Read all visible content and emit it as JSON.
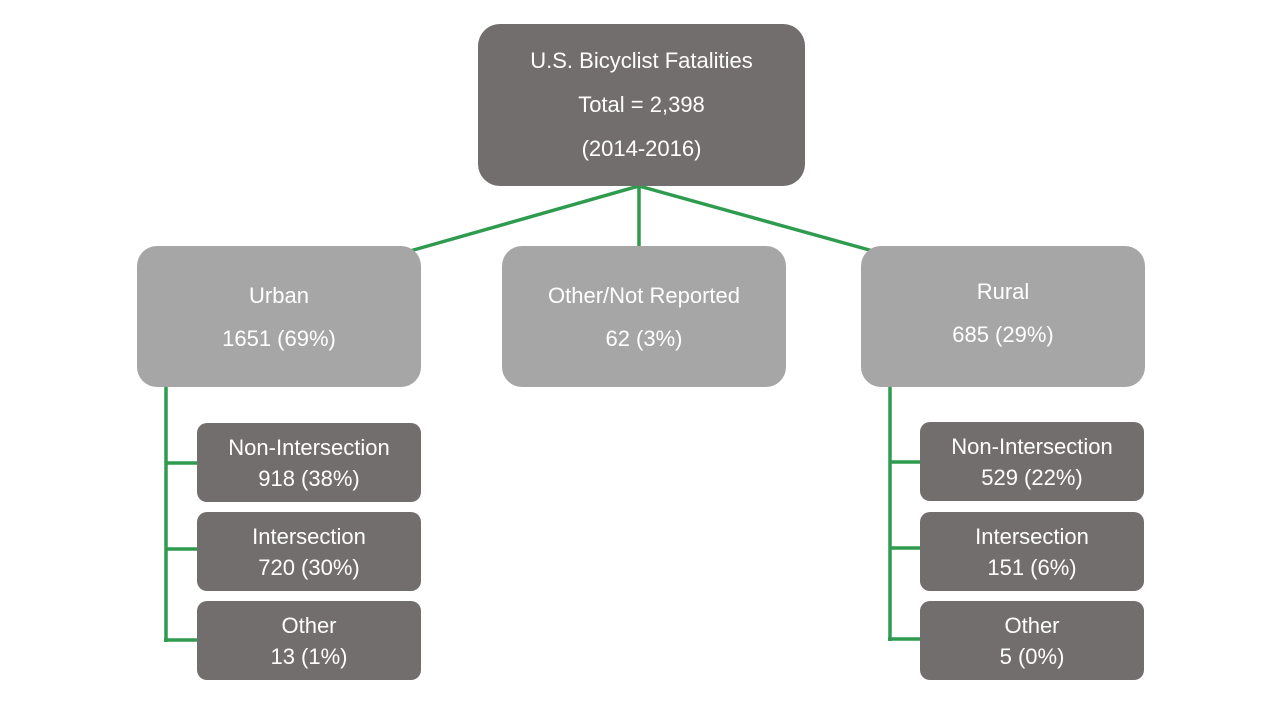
{
  "colors": {
    "connector": "#2e9b4e",
    "dark_box": "#736e6e",
    "light_box": "#a6a6a6",
    "text": "#ffffff"
  },
  "root": {
    "title": "U.S. Bicyclist Fatalities",
    "total": "Total = 2,398",
    "years": "(2014-2016)"
  },
  "urban": {
    "label": "Urban",
    "value": "1651 (69%)",
    "children": [
      {
        "label": "Non-Intersection",
        "value": "918 (38%)"
      },
      {
        "label": "Intersection",
        "value": "720 (30%)"
      },
      {
        "label": "Other",
        "value": "13 (1%)"
      }
    ]
  },
  "other": {
    "label": "Other/Not Reported",
    "value": "62 (3%)"
  },
  "rural": {
    "label": "Rural",
    "value": "685 (29%)",
    "children": [
      {
        "label": "Non-Intersection",
        "value": "529 (22%)"
      },
      {
        "label": "Intersection",
        "value": "151 (6%)"
      },
      {
        "label": "Other",
        "value": "5 (0%)"
      }
    ]
  }
}
